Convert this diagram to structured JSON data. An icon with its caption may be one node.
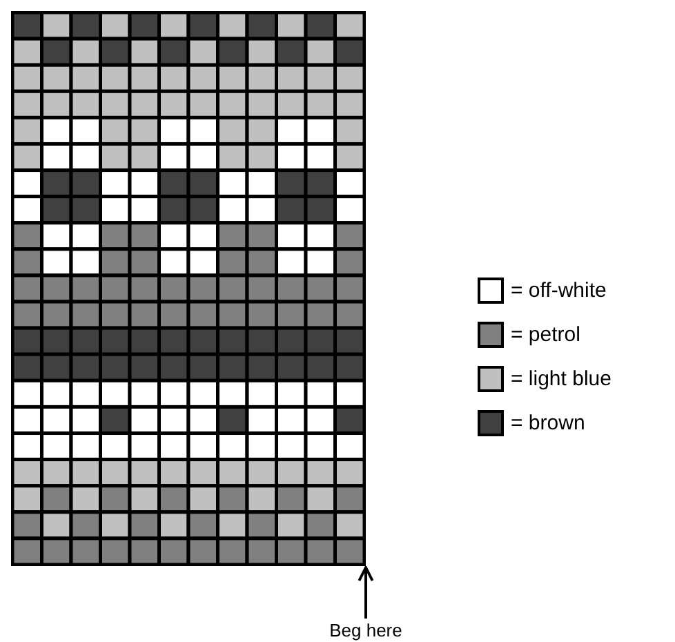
{
  "diagram": {
    "nodes": [
      {
        "text": [],
        "shape": "box"
      },
      {
        "text": [
          "Beg here"
        ]
      }
    ],
    "edges": [
      {
        "from": 1,
        "to": 0,
        "arrow": "to"
      }
    ],
    "legend": [
      {
        "text": "= off-white",
        "color": "#ffffff"
      },
      {
        "text": "= petrol",
        "color": "#808080"
      },
      {
        "text": "= light blue",
        "color": "#c0c0c0"
      },
      {
        "text": "= brown",
        "color": "#404040"
      }
    ]
  }
}
